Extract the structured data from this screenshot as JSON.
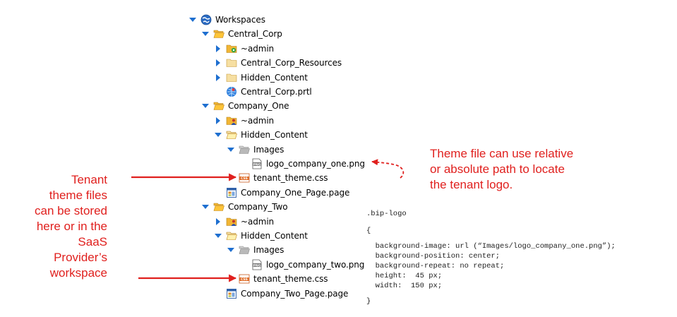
{
  "tree": [
    {
      "depth": 0,
      "twisty": "open",
      "icon": "globe",
      "label": "Workspaces"
    },
    {
      "depth": 1,
      "twisty": "open",
      "icon": "folder-open",
      "label": "Central_Corp"
    },
    {
      "depth": 2,
      "twisty": "closed",
      "icon": "admin-folder-green",
      "label": "~admin"
    },
    {
      "depth": 2,
      "twisty": "closed",
      "icon": "folder-light",
      "label": "Central_Corp_Resources"
    },
    {
      "depth": 2,
      "twisty": "closed",
      "icon": "folder-light",
      "label": "Hidden_Content"
    },
    {
      "depth": 2,
      "twisty": "none",
      "icon": "portal",
      "label": "Central_Corp.prtl"
    },
    {
      "depth": 1,
      "twisty": "open",
      "icon": "folder-open",
      "label": "Company_One"
    },
    {
      "depth": 2,
      "twisty": "closed",
      "icon": "admin-folder-user",
      "label": "~admin"
    },
    {
      "depth": 2,
      "twisty": "open",
      "icon": "folder-light-open",
      "label": "Hidden_Content"
    },
    {
      "depth": 3,
      "twisty": "open",
      "icon": "folder-gray-open",
      "label": "Images"
    },
    {
      "depth": 4,
      "twisty": "none",
      "icon": "png-file",
      "label": "logo_company_one.png"
    },
    {
      "depth": 3,
      "twisty": "none",
      "icon": "css-file",
      "label": "tenant_theme.css"
    },
    {
      "depth": 2,
      "twisty": "none",
      "icon": "page-file",
      "label": "Company_One_Page.page"
    },
    {
      "depth": 1,
      "twisty": "open",
      "icon": "folder-open",
      "label": "Company_Two"
    },
    {
      "depth": 2,
      "twisty": "closed",
      "icon": "admin-folder-user",
      "label": "~admin"
    },
    {
      "depth": 2,
      "twisty": "open",
      "icon": "folder-light-open",
      "label": "Hidden_Content"
    },
    {
      "depth": 3,
      "twisty": "open",
      "icon": "folder-gray-open",
      "label": "Images"
    },
    {
      "depth": 4,
      "twisty": "none",
      "icon": "png-file",
      "label": "logo_company_two.png"
    },
    {
      "depth": 3,
      "twisty": "none",
      "icon": "css-file",
      "label": "tenant_theme.css"
    },
    {
      "depth": 2,
      "twisty": "none",
      "icon": "page-file",
      "label": "Company_Two_Page.page"
    }
  ],
  "notes": {
    "left": [
      "Tenant",
      "theme files",
      "can be stored",
      "here or in the",
      "SaaS",
      "Provider’s",
      "workspace"
    ],
    "right": [
      "Theme file can use relative",
      "or absolute path to locate",
      "the tenant logo."
    ]
  },
  "code": [
    ".bip-logo",
    "{",
    "  background-image: url (“Images/logo_company_one.png”);",
    "  background-position: center;",
    "  background-repeat: no repeat;",
    "  height:  45 px;",
    "  width:  150 px;",
    "}"
  ],
  "colors": {
    "annotation": "#e0201e",
    "twisty": "#1e6fd0",
    "folder": "#f2b634",
    "folder_light": "#f6dfa2",
    "folder_gray": "#b9b9b9"
  }
}
